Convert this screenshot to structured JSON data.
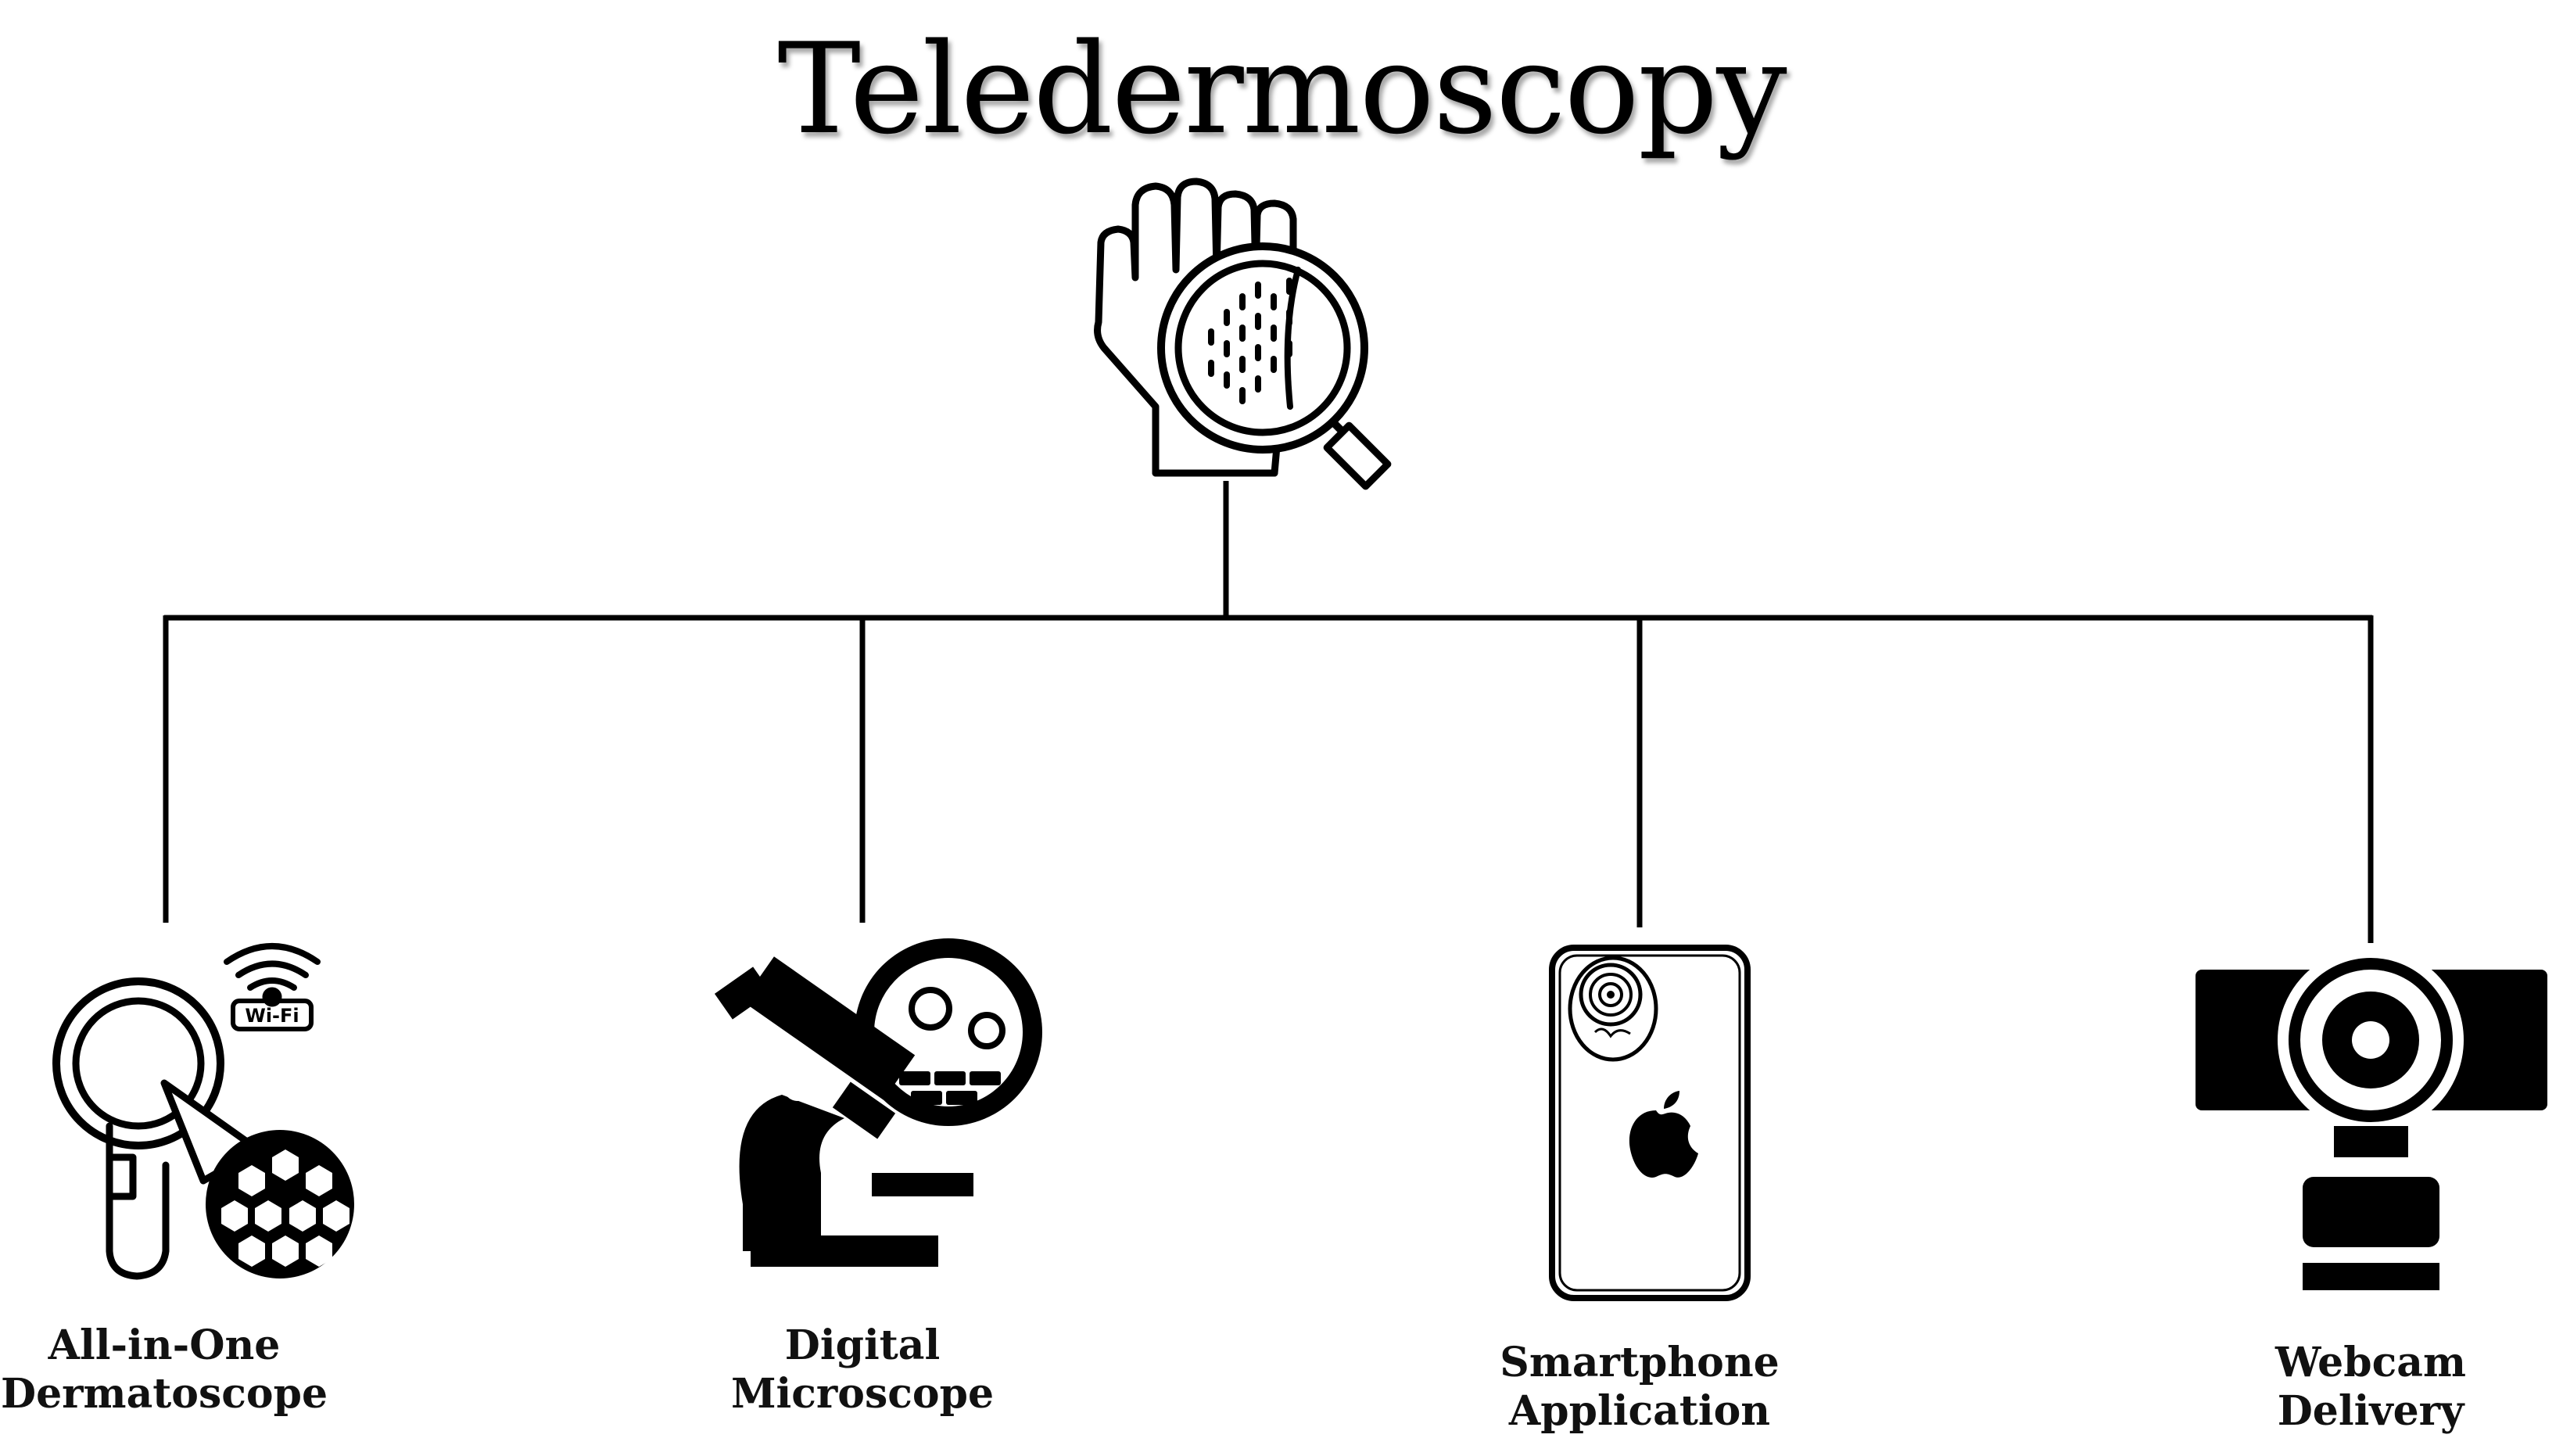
{
  "title": "Teledermoscopy",
  "root": {
    "icon": "hand-magnifier-icon"
  },
  "nodes": [
    {
      "id": "all-in-one",
      "label_line1": "All-in-One",
      "label_line2": "Dermatoscope",
      "icon": "wifi-dermatoscope-icon",
      "wifi_text": "Wi-Fi"
    },
    {
      "id": "digital-microscope",
      "label_line1": "Digital",
      "label_line2": "Microscope",
      "icon": "microscope-icon"
    },
    {
      "id": "smartphone",
      "label_line1": "Smartphone",
      "label_line2": "Application",
      "icon": "smartphone-icon"
    },
    {
      "id": "webcam",
      "label_line1": "Webcam",
      "label_line2": "Delivery",
      "icon": "webcam-icon"
    }
  ],
  "colors": {
    "line": "#000000",
    "text": "#111111",
    "background": "#ffffff"
  }
}
